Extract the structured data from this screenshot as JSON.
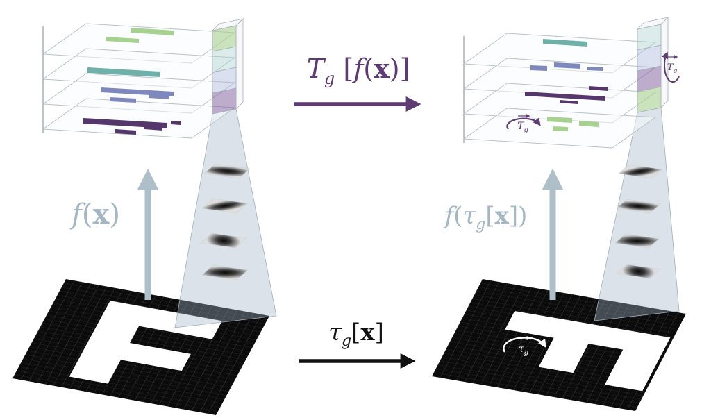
{
  "colors": {
    "purple": "#5e3c73",
    "arrow_gray": "#aebfc9",
    "label_gray": "#a4b7c3",
    "black": "#111111",
    "white": "#ffffff",
    "green": "#a6d18f",
    "teal": "#6fb0a8",
    "blue": "#7e88bd",
    "dark_purple": "#56376c",
    "plane": "rgba(250,252,254,0.5)",
    "cone": "rgba(160,180,196,0.38)",
    "cell_green": "rgba(167,209,144,0.6)",
    "cell_teal": "rgba(170,210,205,0.42)",
    "cell_blue": "rgba(170,182,220,0.42)",
    "cell_purple": "rgba(125,90,155,0.5)",
    "cell_pale": "rgba(235,240,243,0.45)",
    "grid_black": "#0b0b0b",
    "grid_line": "#3d3d3d"
  },
  "labels": {
    "top_transform": {
      "T": "T",
      "g": "g",
      "open": " [",
      "f": "f",
      "lp": "(",
      "x": "x",
      "close": ")]"
    },
    "left_map": {
      "f": "f",
      "lp": "(",
      "x": "x",
      "rp": ")"
    },
    "right_map": {
      "f": "f",
      "lp": "(",
      "tau": "τ",
      "g": "g",
      "lb": "[",
      "x": "x",
      "close": "])"
    },
    "bottom_transform": {
      "tau": "τ",
      "g": "g",
      "lb": "[",
      "x": "x",
      "rb": "]"
    },
    "stack_rotation": {
      "T": "T",
      "g": "g"
    },
    "column_rotation": {
      "T": "T",
      "g": "g"
    },
    "input_rotation": {
      "tau": "τ",
      "g": "g"
    }
  }
}
